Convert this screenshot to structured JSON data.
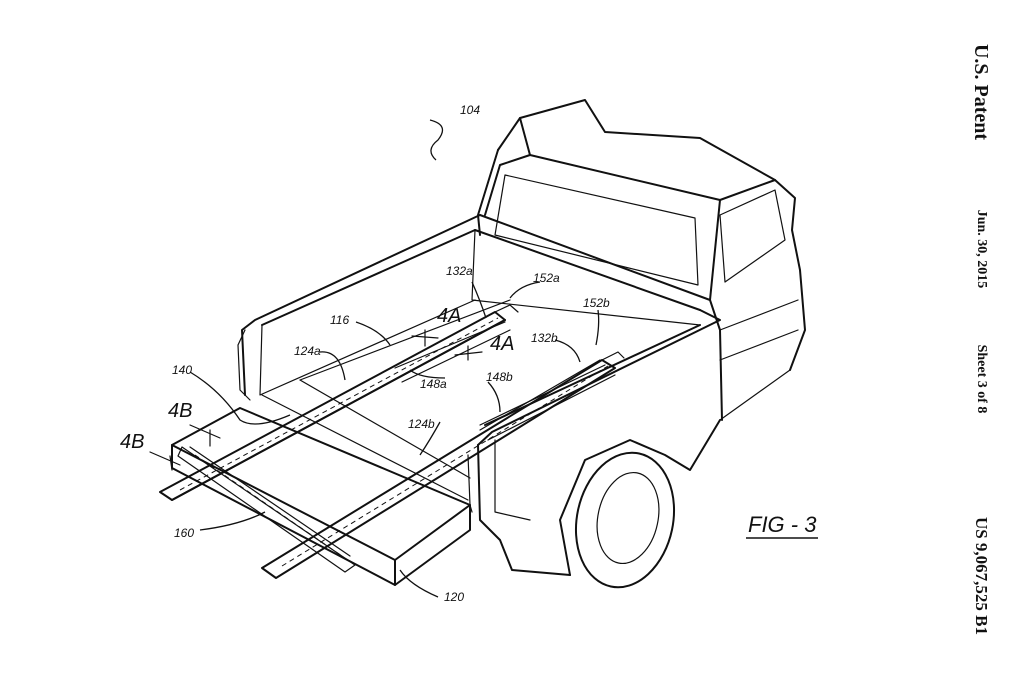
{
  "header": {
    "title": "U.S. Patent",
    "date": "Jun. 30, 2015",
    "sheet": "Sheet 3 of 8",
    "patent_number": "US 9,067,525 B1"
  },
  "figure": {
    "label": "FIG - 3",
    "reference_numerals": {
      "r104": "104",
      "r116": "116",
      "r120": "120",
      "r124a": "124a",
      "r124b": "124b",
      "r132a": "132a",
      "r132b": "132b",
      "r140": "140",
      "r148a": "148a",
      "r148b": "148b",
      "r152a": "152a",
      "r152b": "152b",
      "r160": "160"
    },
    "section_markers": {
      "s4a_1": "4A",
      "s4a_2": "4A",
      "s4b_1": "4B",
      "s4b_2": "4B"
    }
  },
  "colors": {
    "ink": "#111111",
    "paper": "#ffffff"
  }
}
